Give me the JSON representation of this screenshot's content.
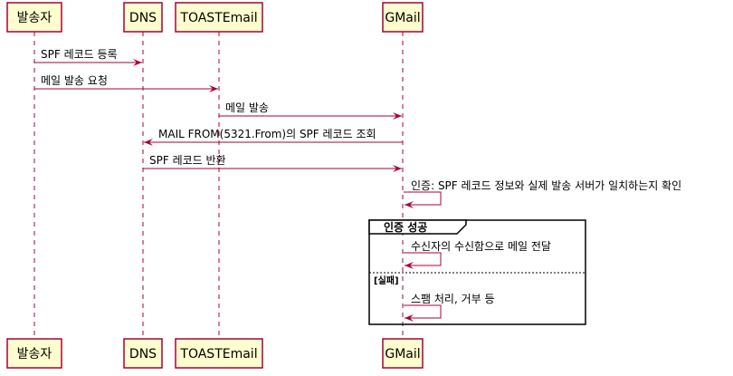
{
  "participants": [
    {
      "id": "sender",
      "label": "발송자"
    },
    {
      "id": "dns",
      "label": "DNS"
    },
    {
      "id": "toast",
      "label": "TOASTEmail"
    },
    {
      "id": "gmail",
      "label": "GMail"
    }
  ],
  "messages": [
    {
      "from": "sender",
      "to": "dns",
      "label": "SPF 레코드 등록"
    },
    {
      "from": "sender",
      "to": "toast",
      "label": "메일 발송 요청"
    },
    {
      "from": "toast",
      "to": "gmail",
      "label": "메일 발송"
    },
    {
      "from": "gmail",
      "to": "dns",
      "label": "MAIL FROM(5321.From)의 SPF 레코드 조회"
    },
    {
      "from": "dns",
      "to": "gmail",
      "label": "SPF 레코드 반환"
    },
    {
      "from": "gmail",
      "to": "gmail",
      "label": "인증: SPF 레코드 정보와 실제 발송 서버가 일치하는지 확인"
    }
  ],
  "fragment": {
    "label": "인증 성공",
    "messages": [
      {
        "from": "gmail",
        "to": "gmail",
        "label": "수신자의 수신함으로 메일 전달"
      }
    ],
    "else_guard": "[실패]",
    "else_messages": [
      {
        "from": "gmail",
        "to": "gmail",
        "label": "스팸 처리, 거부 등"
      }
    ]
  }
}
